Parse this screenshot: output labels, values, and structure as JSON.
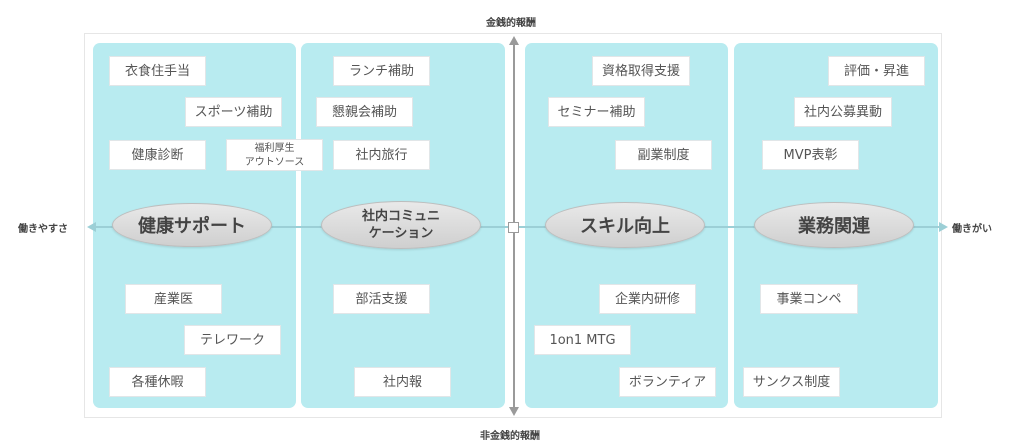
{
  "axes": {
    "top": "金銭的報酬",
    "bottom": "非金銭的報酬",
    "left": "働きやすさ",
    "right": "働きがい"
  },
  "categories": {
    "health": "健康サポート",
    "community_line1": "社内コミュニ",
    "community_line2": "ケーション",
    "skill": "スキル向上",
    "work": "業務関連"
  },
  "items": {
    "health": {
      "food_housing": "衣食住手当",
      "sports": "スポーツ補助",
      "checkup": "健康診断",
      "outsourcing_line1": "福利厚生",
      "outsourcing_line2": "アウトソース",
      "occupational_doctor": "産業医",
      "telework": "テレワーク",
      "leave": "各種休暇"
    },
    "community": {
      "lunch": "ランチ補助",
      "party": "懇親会補助",
      "trip": "社内旅行",
      "club": "部活支援",
      "newsletter": "社内報"
    },
    "skill": {
      "certification": "資格取得支援",
      "seminar": "セミナー補助",
      "side_job": "副業制度",
      "training": "企業内研修",
      "one_on_one": "1on1 MTG",
      "volunteer": "ボランティア"
    },
    "work": {
      "evaluation": "評価・昇進",
      "transfer": "社内公募異動",
      "mvp": "MVP表彰",
      "contest": "事業コンペ",
      "thanks": "サンクス制度"
    }
  },
  "colors": {
    "panel": "#b8ebf0",
    "horizontal_axis": "#9ccfd6",
    "vertical_axis": "#9a9a9a"
  }
}
